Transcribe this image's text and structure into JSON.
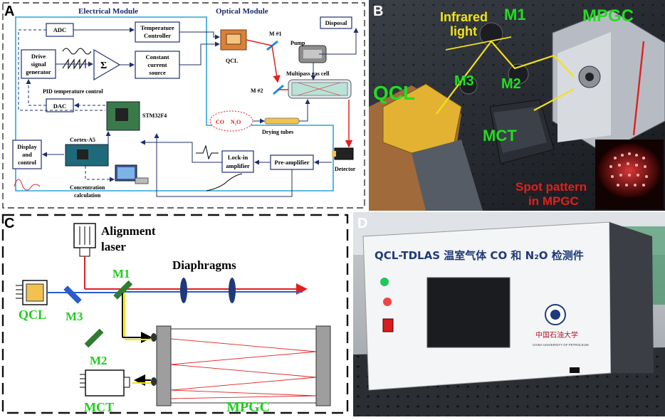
{
  "panels": {
    "a": "A",
    "b": "B",
    "c": "C",
    "d": "D"
  },
  "panel_a": {
    "electrical_module": "Electrical Module",
    "optical_module": "Optical Module",
    "adc": "ADC",
    "temp_controller": [
      "Temperature",
      "Controller"
    ],
    "drive_signal": [
      "Drive",
      "signal",
      "generator"
    ],
    "constant_current": [
      "Constant",
      "current",
      "source"
    ],
    "qcl": "QCL",
    "m1": "M #1",
    "m2": "M #2",
    "disposal": "Disposal",
    "pump": "Pump",
    "multipass": "Multipass gas cell",
    "pid": "PID temperature control",
    "dac": "DAC",
    "stm": "STM32F4",
    "cortex": "Cortex-A5",
    "display_control": [
      "Display",
      "and",
      "control"
    ],
    "co": "CO",
    "n2o": "N₂O",
    "drying": "Drying tubes",
    "lockin": [
      "Lock-in",
      "amplifier"
    ],
    "preamp": "Pre-amplifier",
    "detector": "Detector",
    "concentration": [
      "Concentration",
      "calculation"
    ]
  },
  "panel_b": {
    "infrared": [
      "Infrared",
      "light"
    ],
    "m1": "M1",
    "mpgc": "MPGC",
    "qcl": "QCL",
    "m3": "M3",
    "m2": "M2",
    "mct": "MCT",
    "spot": [
      "Spot pattern",
      "in MPGC"
    ]
  },
  "panel_c": {
    "alignment": [
      "Alignment",
      "laser"
    ],
    "diaphragms": "Diaphragms",
    "m1": "M1",
    "m2": "M2",
    "m3": "M3",
    "qcl": "QCL",
    "mct": "MCT",
    "mpgc": "MPGC"
  },
  "panel_d": {
    "title": "QCL-TDLAS 温室气体 CO 和 N₂O 检测件",
    "university": "中国石油大学",
    "university_en": "CHINA UNIVERSITY OF PETROLEUM"
  },
  "colors": {
    "frame": "#2aa6d9",
    "box_stroke": "#1e2f6e",
    "green_label": "#22dd22",
    "red_label": "#e0201c",
    "yellow": "#f2e21a",
    "laser_red": "#e02020",
    "laser_blue": "#2a5cd0"
  }
}
